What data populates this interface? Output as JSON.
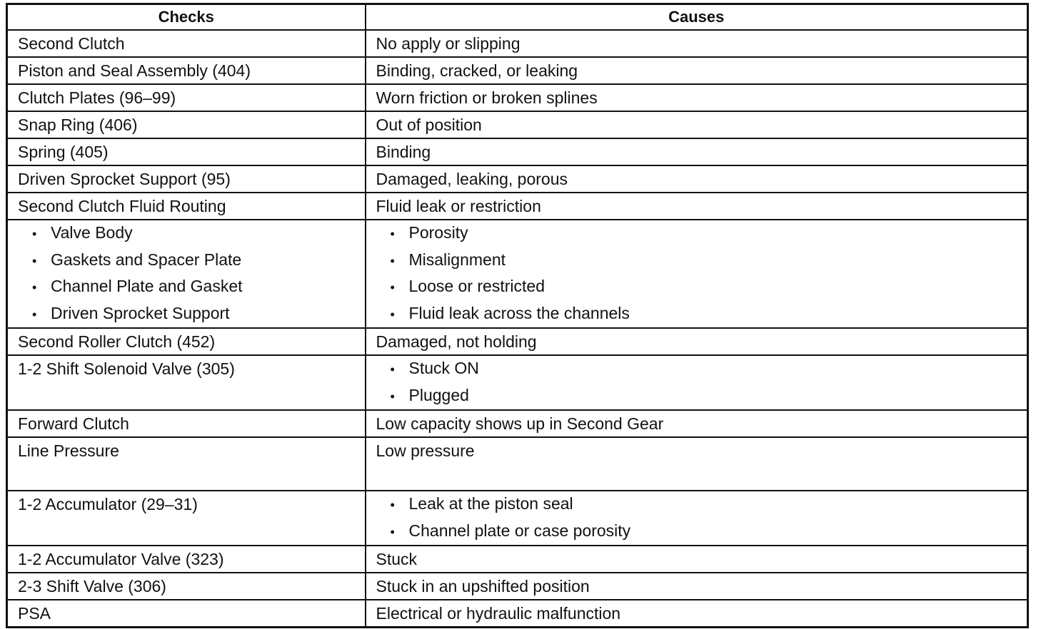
{
  "table": {
    "headers": {
      "checks": "Checks",
      "causes": "Causes"
    },
    "rows": [
      {
        "check": "Second Clutch",
        "cause": "No apply or slipping"
      },
      {
        "check": "Piston and Seal Assembly (404)",
        "cause": "Binding, cracked, or leaking"
      },
      {
        "check": "Clutch Plates (96–99)",
        "cause": "Worn friction or broken splines"
      },
      {
        "check": "Snap Ring (406)",
        "cause": "Out of position"
      },
      {
        "check": "Spring (405)",
        "cause": "Binding"
      },
      {
        "check": "Driven Sprocket Support (95)",
        "cause": "Damaged, leaking, porous"
      },
      {
        "check": "Second Clutch Fluid Routing",
        "cause": "Fluid leak or restriction"
      },
      {
        "check_items": [
          "Valve Body",
          "Gaskets and Spacer Plate",
          "Channel Plate and Gasket",
          "Driven Sprocket Support"
        ],
        "cause_items": [
          "Porosity",
          "Misalignment",
          "Loose or restricted",
          "Fluid leak across the channels"
        ]
      },
      {
        "check": "Second Roller Clutch (452)",
        "cause": "Damaged, not holding"
      },
      {
        "check": "1-2 Shift Solenoid Valve (305)",
        "cause_items": [
          "Stuck ON",
          "Plugged"
        ]
      },
      {
        "check": "Forward Clutch",
        "cause": "Low capacity shows up in Second Gear"
      },
      {
        "check": "Line Pressure",
        "cause": "Low pressure"
      },
      {
        "check": "1-2 Accumulator (29–31)",
        "cause_items": [
          "Leak at the piston seal",
          "Channel plate or case porosity"
        ]
      },
      {
        "check": "1-2 Accumulator Valve (323)",
        "cause": "Stuck"
      },
      {
        "check": "2-3 Shift Valve (306)",
        "cause": "Stuck in an upshifted position"
      },
      {
        "check": "PSA",
        "cause": "Electrical or hydraulic malfunction"
      }
    ]
  }
}
